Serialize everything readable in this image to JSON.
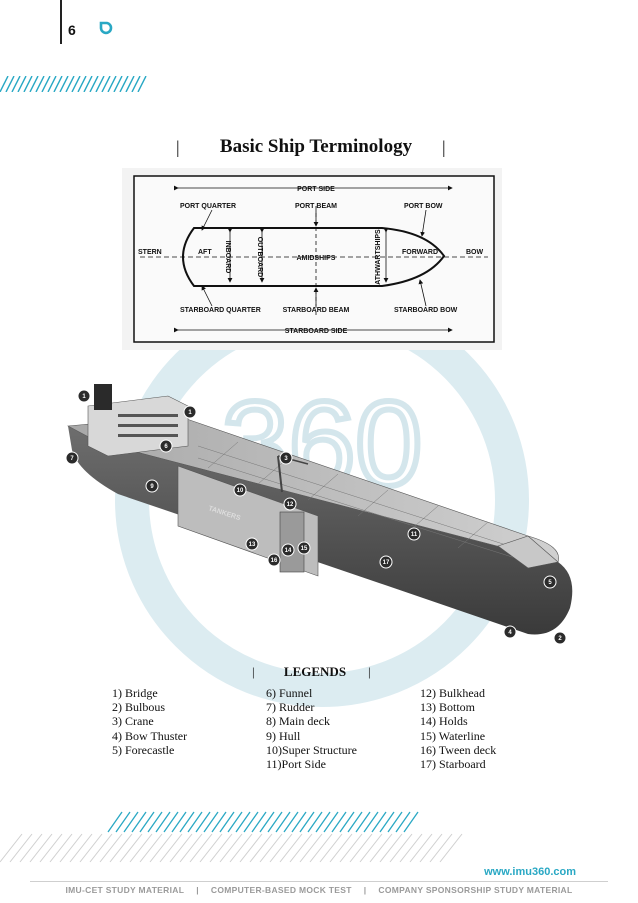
{
  "header": {
    "page_number": "6"
  },
  "title": "Basic Ship Terminology",
  "title_separator": "|",
  "watermark_text": "360",
  "diagram": {
    "labels": {
      "port_side": "PORT SIDE",
      "port_quarter": "PORT QUARTER",
      "port_beam": "PORT BEAM",
      "port_bow": "PORT BOW",
      "stern": "STERN",
      "aft": "AFT",
      "inboard": "INBOARD",
      "outboard": "OUTBOARD",
      "amidships": "AMIDSHIPS",
      "athwartships": "ATHWARTSHIPS",
      "forward": "FORWARD",
      "bow": "BOW",
      "starboard_quarter": "STARBOARD QUARTER",
      "starboard_beam": "STARBOARD BEAM",
      "starboard_bow": "STARBOARD BOW",
      "starboard_side": "STARBOARD SIDE"
    }
  },
  "ship": {
    "hull_text": "TANKERS",
    "callouts": [
      "1",
      "3",
      "7",
      "6",
      "9",
      "10",
      "12",
      "13",
      "14",
      "15",
      "16",
      "11",
      "17",
      "5",
      "4",
      "2"
    ]
  },
  "legend": {
    "title": "LEGENDS",
    "col1": [
      "1)  Bridge",
      "2)  Bulbous",
      "3)  Crane",
      "4)  Bow Thuster",
      "5)  Forecastle"
    ],
    "col2": [
      "6)  Funnel",
      "7)  Rudder",
      "8)  Main deck",
      "9)  Hull",
      "10)Super Structure",
      "11)Port Side"
    ],
    "col3": [
      "12)  Bulkhead",
      "13)  Bottom",
      "14)  Holds",
      "15)  Waterline",
      "16)  Tween deck",
      "17)  Starboard"
    ]
  },
  "footer": {
    "website": "www.imu360.com",
    "items": [
      "IMU-CET STUDY MATERIAL",
      "COMPUTER-BASED MOCK TEST",
      "COMPANY SPONSORSHIP STUDY MATERIAL"
    ],
    "separator": "|"
  },
  "colors": {
    "accent": "#29a8c4",
    "watermark": "#d8edf2",
    "footer_text": "#9a9a9a"
  }
}
